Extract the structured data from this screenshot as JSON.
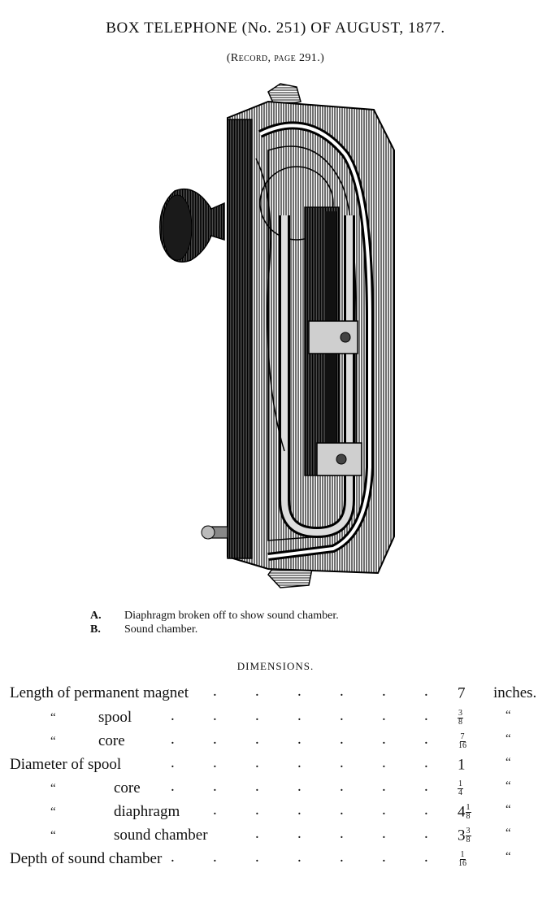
{
  "header": {
    "title": "BOX TELEPHONE (No. 251) OF AUGUST, 1877.",
    "subtitle_open": "(",
    "subtitle_word": "Record, page 291.",
    "subtitle_close": ")"
  },
  "figure": {
    "icon": "box-telephone-engraving"
  },
  "legend": [
    {
      "key": "A.",
      "text": "Diaphragm broken off to show sound chamber."
    },
    {
      "key": "B.",
      "text": "Sound chamber."
    }
  ],
  "dimensions": {
    "heading": "DIMENSIONS.",
    "ditto": "“",
    "rows": [
      {
        "label": "Length of permanent magnet",
        "whole": "7",
        "num": "",
        "den": "",
        "unit": "inches."
      },
      {
        "label": "spool",
        "whole": "",
        "num": "3",
        "den": "8",
        "unit": "“"
      },
      {
        "label": "core",
        "whole": "",
        "num": "7",
        "den": "16",
        "unit": "“"
      },
      {
        "label": "Diameter of spool",
        "whole": "1",
        "num": "",
        "den": "",
        "unit": "“"
      },
      {
        "label": "core",
        "whole": "",
        "num": "1",
        "den": "4",
        "unit": "“"
      },
      {
        "label": "diaphragm",
        "whole": "4",
        "num": "1",
        "den": "8",
        "unit": "“"
      },
      {
        "label": "sound chamber",
        "whole": "3",
        "num": "3",
        "den": "8",
        "unit": "“"
      },
      {
        "label": "Depth of sound chamber",
        "whole": "",
        "num": "1",
        "den": "16",
        "unit": "“"
      }
    ]
  }
}
